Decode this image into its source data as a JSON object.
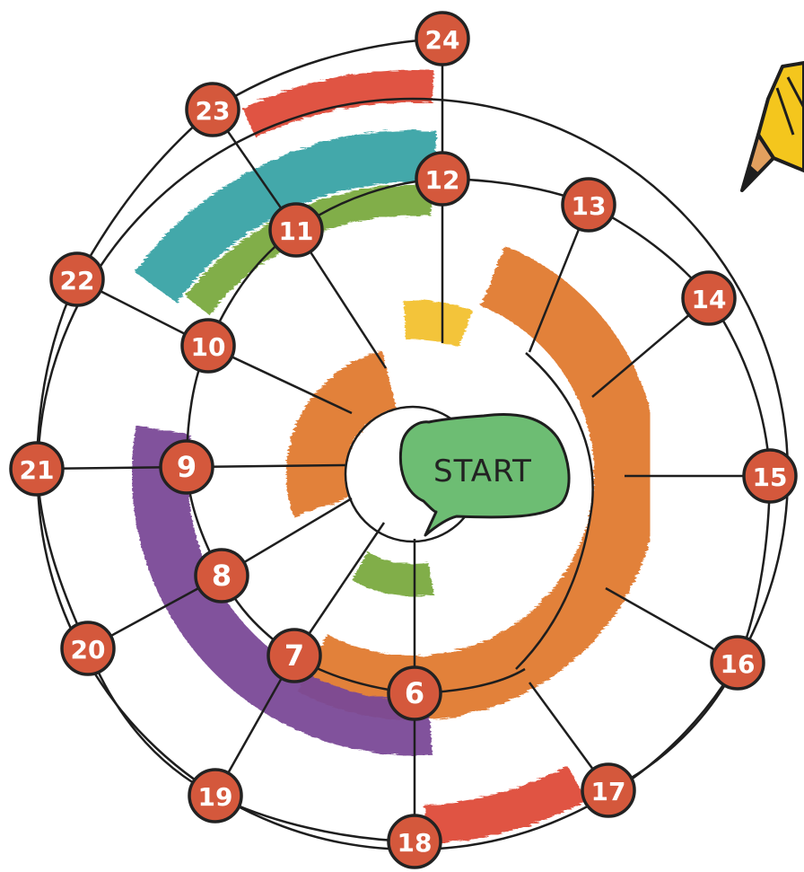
{
  "start_label": "START",
  "colors": {
    "node_fill": "#d4583c",
    "line": "#1e1e1e",
    "orange": "#e07a2e",
    "yellow": "#f2c12e",
    "green": "#7aaa3e",
    "teal": "#3aa3a5",
    "purple": "#7a4a97",
    "red": "#de4b3a",
    "bubble": "#6dbd73",
    "pencil": "#f4c61d"
  },
  "nodes": [
    "6",
    "7",
    "8",
    "9",
    "10",
    "11",
    "12",
    "13",
    "14",
    "15",
    "16",
    "17",
    "18",
    "19",
    "20",
    "21",
    "22",
    "23",
    "24"
  ]
}
